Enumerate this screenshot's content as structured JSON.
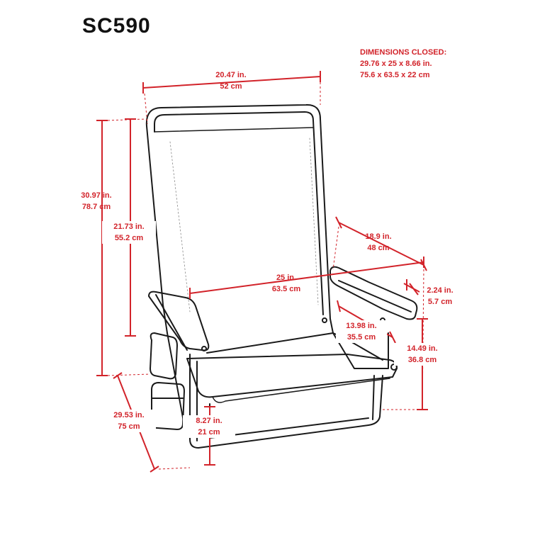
{
  "model": "SC590",
  "colors": {
    "dimension": "#d2232a",
    "outline": "#1a1a1a",
    "title": "#111111"
  },
  "closed_dimensions": {
    "heading": "DIMENSIONS CLOSED:",
    "imperial": "29.76  x  25  x  8.66 in.",
    "metric": "75.6  x  63.5  x  22 cm"
  },
  "dimensions": [
    {
      "id": "width_top",
      "in": "20.47 in.",
      "cm": "52 cm"
    },
    {
      "id": "total_height",
      "in": "30.97 in.",
      "cm": "78.7 cm"
    },
    {
      "id": "back_height",
      "in": "21.73 in.",
      "cm": "55.2 cm"
    },
    {
      "id": "seat_depth",
      "in": "18.9 in.",
      "cm": "48 cm"
    },
    {
      "id": "overall_width",
      "in": "25 in.",
      "cm": "63.5 cm"
    },
    {
      "id": "armrest_width",
      "in": "2.24 in.",
      "cm": "5.7 cm"
    },
    {
      "id": "seat_inner",
      "in": "13.98 in.",
      "cm": "35.5 cm"
    },
    {
      "id": "armrest_height",
      "in": "14.49 in.",
      "cm": "36.8 cm"
    },
    {
      "id": "depth",
      "in": "29.53 in.",
      "cm": "75 cm"
    },
    {
      "id": "seat_height",
      "in": "8.27 in.",
      "cm": "21 cm"
    }
  ]
}
